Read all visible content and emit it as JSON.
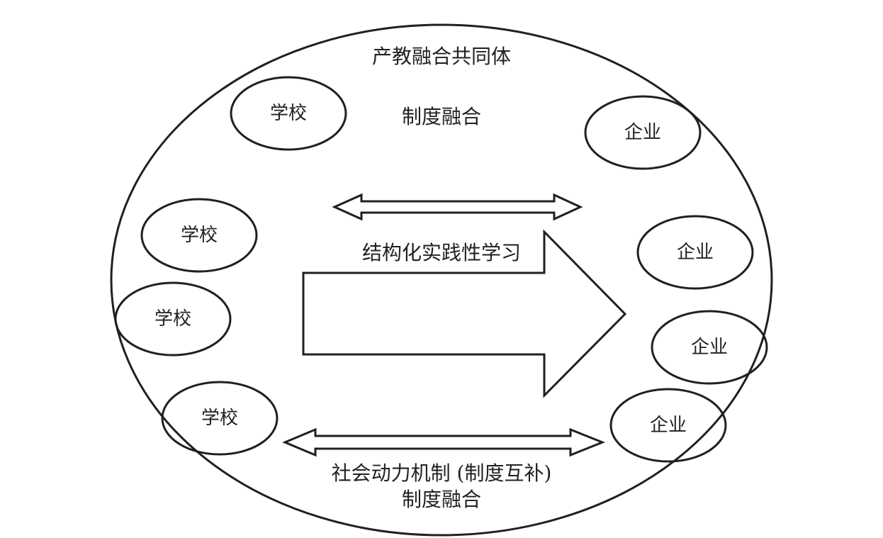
{
  "diagram": {
    "title": "产教融合共同体",
    "top_label": "制度融合",
    "center_label": "结构化实践性学习",
    "bottom_label_line1": "社会动力机制 (制度互补)",
    "bottom_label_line2": "制度融合",
    "schools": [
      {
        "label": "学校"
      },
      {
        "label": "学校"
      },
      {
        "label": "学校"
      },
      {
        "label": "学校"
      }
    ],
    "companies": [
      {
        "label": "企业"
      },
      {
        "label": "企业"
      },
      {
        "label": "企业"
      },
      {
        "label": "企业"
      }
    ],
    "arrows": [
      {
        "name": "top-double-arrow",
        "direction": "bidirectional"
      },
      {
        "name": "main-arrow",
        "direction": "left-to-right"
      },
      {
        "name": "bottom-double-arrow",
        "direction": "bidirectional"
      }
    ]
  }
}
